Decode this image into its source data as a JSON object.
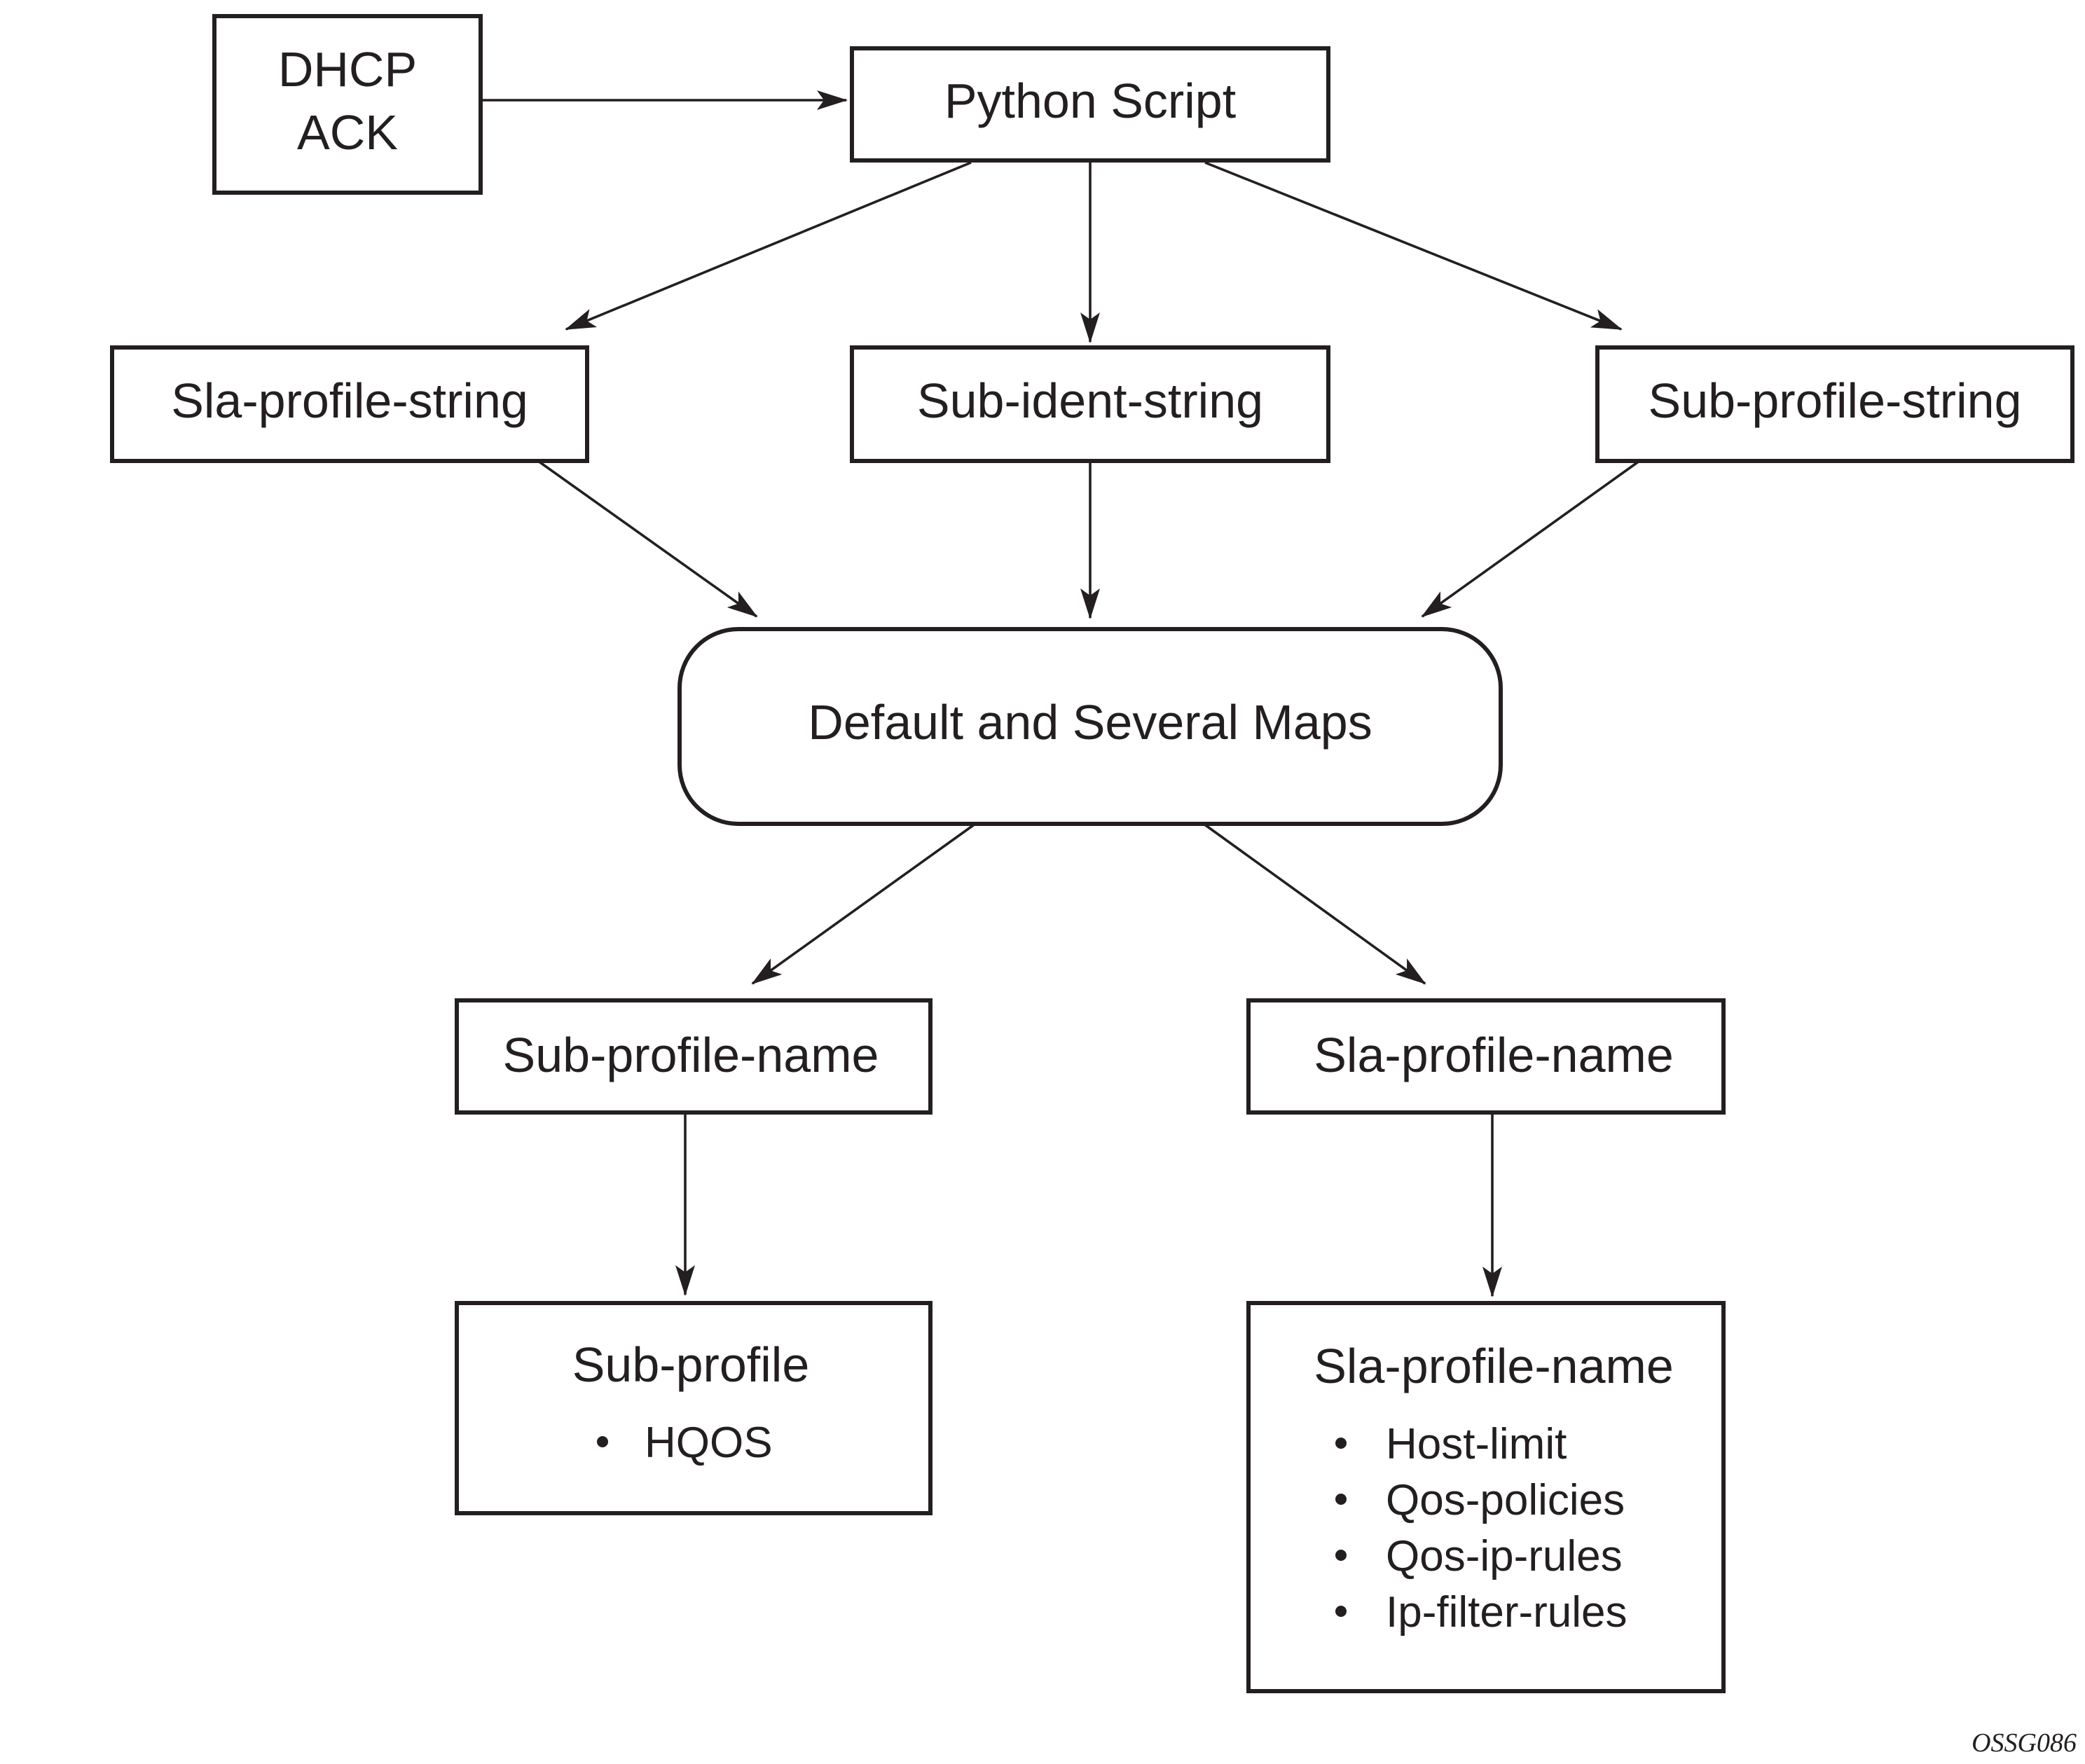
{
  "diagram": {
    "nodes": {
      "dhcp_ack": {
        "lines": [
          "DHCP",
          "ACK"
        ]
      },
      "python_script": {
        "label": "Python Script"
      },
      "sla_profile_string": {
        "label": "Sla-profile-string"
      },
      "sub_ident_string": {
        "label": "Sub-ident-string"
      },
      "sub_profile_string": {
        "label": "Sub-profile-string"
      },
      "maps": {
        "label": "Default and Several Maps"
      },
      "sub_profile_name": {
        "label": "Sub-profile-name"
      },
      "sla_profile_name": {
        "label": "Sla-profile-name"
      },
      "sub_profile": {
        "title": "Sub-profile",
        "items": [
          "HQOS"
        ]
      },
      "sla_profile_detail": {
        "title": "Sla-profile-name",
        "items": [
          "Host-limit",
          "Qos-policies",
          "Qos-ip-rules",
          "Ip-filter-rules"
        ]
      }
    },
    "edges": [
      {
        "from": "dhcp_ack",
        "to": "python_script"
      },
      {
        "from": "python_script",
        "to": "sla_profile_string"
      },
      {
        "from": "python_script",
        "to": "sub_ident_string"
      },
      {
        "from": "python_script",
        "to": "sub_profile_string"
      },
      {
        "from": "sla_profile_string",
        "to": "maps"
      },
      {
        "from": "sub_ident_string",
        "to": "maps"
      },
      {
        "from": "sub_profile_string",
        "to": "maps"
      },
      {
        "from": "maps",
        "to": "sub_profile_name"
      },
      {
        "from": "maps",
        "to": "sla_profile_name"
      },
      {
        "from": "sub_profile_name",
        "to": "sub_profile"
      },
      {
        "from": "sla_profile_name",
        "to": "sla_profile_detail"
      }
    ],
    "figure_code": "OSSG086",
    "colors": {
      "line": "#231f20",
      "background": "#ffffff"
    }
  }
}
